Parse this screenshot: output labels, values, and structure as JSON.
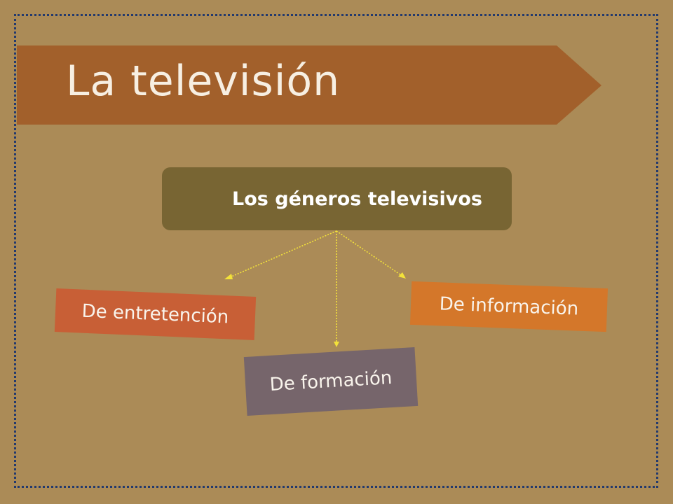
{
  "slide": {
    "title": "La televisión",
    "central_node": "Los géneros televisivos",
    "branches": [
      {
        "label": "De entretención"
      },
      {
        "label": "De información"
      },
      {
        "label": "De formación"
      }
    ]
  },
  "colors": {
    "background": "#ab8b57",
    "banner": "#a2602b",
    "central_box": "#786533",
    "entretencion": "#c85f36",
    "informacion": "#d4772a",
    "formacion": "#76656b",
    "connector": "#f3e23a",
    "frame_dots": "#233a6e"
  }
}
